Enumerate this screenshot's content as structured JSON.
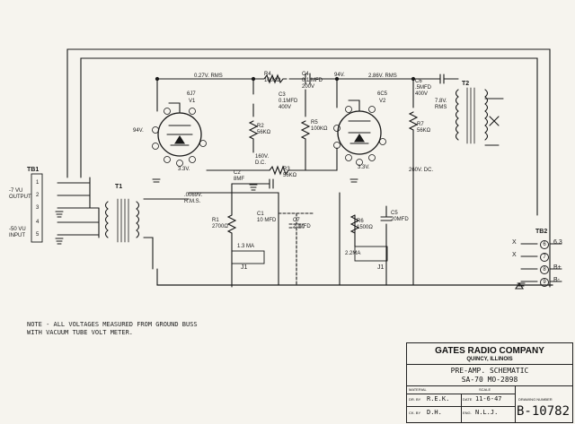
{
  "sections": {
    "tb1": {
      "label": "TB1",
      "terminals": [
        "1",
        "2",
        "3",
        "4",
        "5"
      ],
      "output_label": "-7 VU\nOUTPUT",
      "input_label": "-50 VU\nINPUT"
    },
    "t1": {
      "label": "T1"
    },
    "tubes": [
      {
        "type": "6J7",
        "ref": "V1",
        "plate_v": "94V.",
        "cathode_v": "3.3V."
      },
      {
        "type": "6C5",
        "ref": "V2",
        "plate_v": "94V.",
        "cathode_v": "3.3V."
      }
    ],
    "components": {
      "r4": "R4\n100KΩ",
      "c4": "C4\n0.1 MFD\n200V",
      "c3": "C3\n0.1MFD\n400V",
      "r5": "R5\n100KΩ",
      "r2": "R2\n56KΩ",
      "r1": "R1\n2700Ω",
      "c1": "C1\n10 MFD",
      "c2": "C2\n8MF",
      "c7": "C7\n20MFD",
      "r3": "R3\n56KΩ",
      "r6": "R6\n1500Ω",
      "c5": "C5\n20MFD",
      "r7": "R7\n56KΩ",
      "c6": "C6\n.5MFD\n400V",
      "t2": "T2"
    },
    "voltages": {
      "v1": "0.27V. RMS",
      "v2": "2.86V. RMS",
      "v3": "160V.\nD.C.",
      "v4": ".0069V.\nR.M.S.",
      "v5": "260V. DC.",
      "v6": "7.8V.\nRMS",
      "ma1": "1.3 MA",
      "ma2": "2.2MA",
      "j1a": "J1",
      "j1b": "J1"
    },
    "tb2": {
      "label": "TB2",
      "rows": [
        {
          "letter": "X",
          "num": "6",
          "fn": "6.3"
        },
        {
          "letter": "X",
          "num": "7",
          "fn": ""
        },
        {
          "letter": "",
          "num": "8",
          "fn": "B+"
        },
        {
          "letter": "",
          "num": "9",
          "fn": "B-"
        }
      ]
    }
  },
  "note": "NOTE - ALL VOLTAGES MEASURED FROM GROUND BUSS WITH VACUUM TUBE VOLT METER.",
  "title_block": {
    "company": "GATES RADIO COMPANY",
    "location": "QUINCY, ILLINOIS",
    "title_line1": "PRE-AMP. SCHEMATIC",
    "title_line2": "SA-70    MO-2898",
    "material_label": "MATERIAL",
    "scale_label": "SCALE",
    "dr_by_label": "DR. BY",
    "dr_by": "R.E.K.",
    "date_label": "DATE",
    "date": "11-6-47",
    "ck_by_label": "CK. BY",
    "ck_by": "D.H.",
    "eng_label": "ENG.",
    "eng": "N.L.J.",
    "drawing_number_label": "DRAWING NUMBER",
    "drawing_number": "B-10782"
  }
}
